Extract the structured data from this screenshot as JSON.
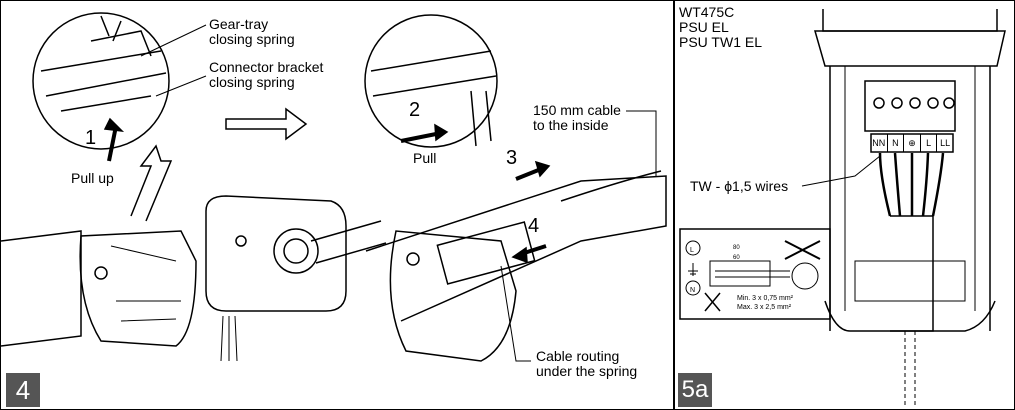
{
  "panel4": {
    "step_number": "4",
    "labels": {
      "gear_tray_spring": "Gear-tray\nclosing spring",
      "connector_bracket_spring": "Connector bracket\nclosing spring",
      "pull_up": "Pull up",
      "pull": "Pull",
      "cable_150mm": "150 mm cable\nto the inside",
      "cable_routing": "Cable routing\nunder the spring"
    },
    "callouts": [
      "1",
      "2",
      "3",
      "4"
    ]
  },
  "panel5a": {
    "step_number": "5a",
    "model_lines": [
      "WT475C",
      "PSU EL",
      "PSU TW1 EL"
    ],
    "wire_spec": "TW - ϕ1,5 wires",
    "terminal_labels": [
      "NN",
      "N",
      "⊕",
      "L",
      "LL"
    ],
    "inset": {
      "dim_top": "80",
      "dim_bottom": "60",
      "min_spec": "Min. 3 x 0,75 mm²",
      "max_spec": "Max. 3 x 2,5 mm²",
      "circle_labels": [
        "L",
        "N"
      ]
    }
  },
  "colors": {
    "line": "#000000",
    "tag_bg": "#555555",
    "tag_fg": "#ffffff"
  }
}
